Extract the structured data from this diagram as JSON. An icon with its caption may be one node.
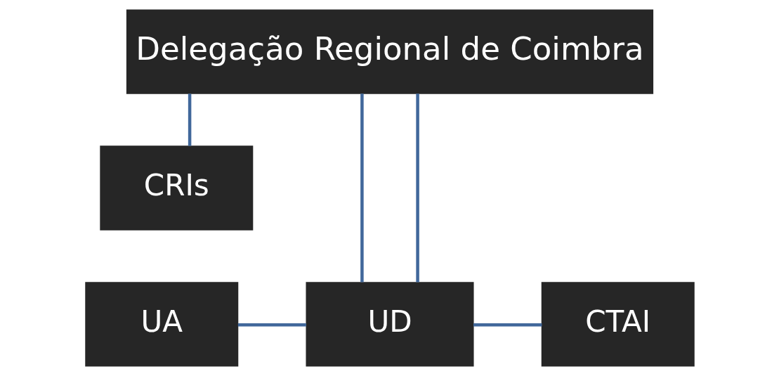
{
  "diagram": {
    "nodes": [
      {
        "text": [
          "Delegação Regional de Coimbra"
        ]
      },
      {
        "text": [
          "CRIs"
        ]
      },
      {
        "text": [
          "UA"
        ]
      },
      {
        "text": [
          "UD"
        ]
      },
      {
        "text": [
          "CTAI"
        ]
      }
    ],
    "edges": [
      {
        "from": 0,
        "to": 3,
        "arrow": "none"
      },
      {
        "from": 0,
        "to": 1,
        "arrow": "none"
      },
      {
        "from": 0,
        "to": 3,
        "arrow": "none"
      },
      {
        "from": 2,
        "to": 3,
        "arrow": "none"
      },
      {
        "from": 3,
        "to": 4,
        "arrow": "none"
      }
    ]
  }
}
